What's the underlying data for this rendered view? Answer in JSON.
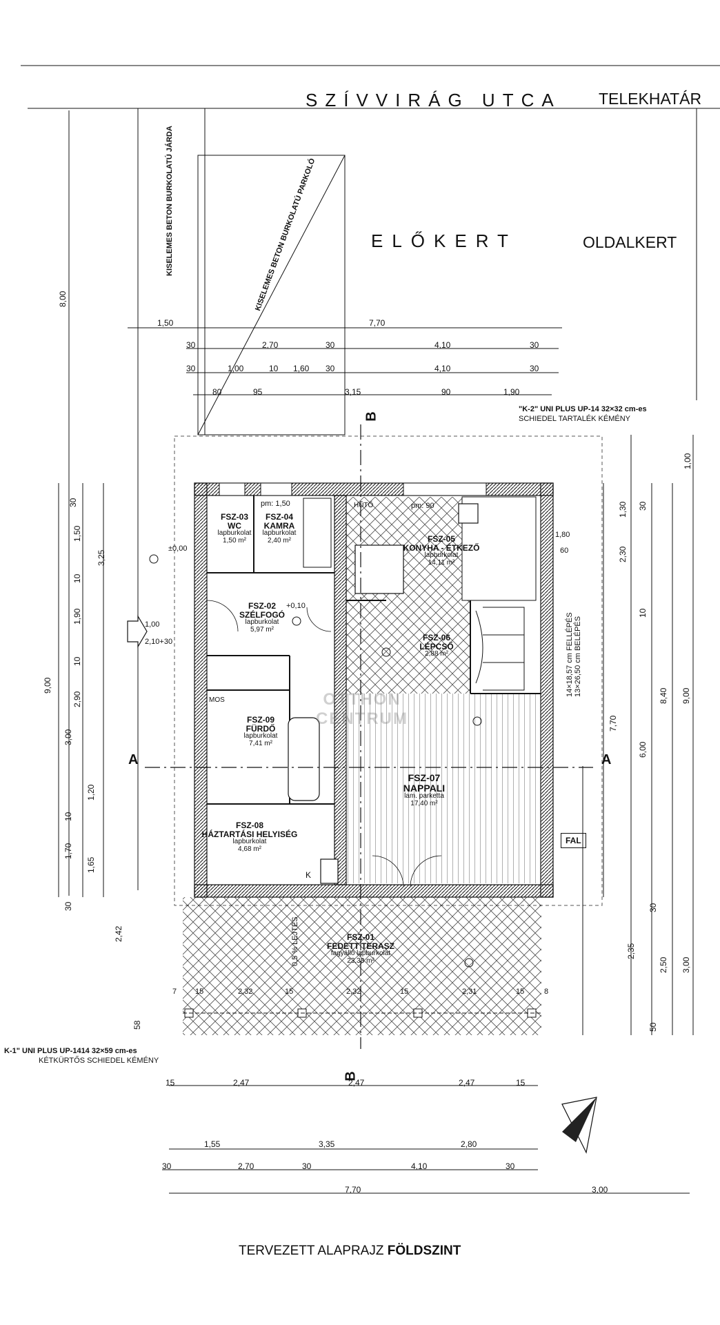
{
  "street": {
    "name": "SZÍVVIRÁG UTCA",
    "boundary": "TELEKHATÁR"
  },
  "gardens": {
    "front": "ELŐKERT",
    "side": "OLDALKERT"
  },
  "vertical_notes": {
    "sidewalk": "KISELEMES BETON BURKOLATÚ JÁRDA",
    "parking": "KISELEMES BETON BURKOLATÚ PARKOLÓ"
  },
  "chimneys": {
    "k2_title": "\"K-2\" UNI PLUS UP-14 32×32 cm-es",
    "k2_sub": "SCHIEDEL TARTALÉK KÉMÉNY",
    "k1_title": "K-1\" UNI PLUS UP-1414 32×59 cm-es",
    "k1_sub": "KÉTKÜRTŐS SCHIEDEL KÉMÉNY"
  },
  "rooms": [
    {
      "code": "FSZ-03",
      "name": "WC",
      "floor": "lapburkolat",
      "area": "1,50 m²"
    },
    {
      "code": "FSZ-04",
      "name": "KAMRA",
      "floor": "lapburkolat",
      "area": "2,40 m²"
    },
    {
      "code": "FSZ-05",
      "name": "KONYHA - ÉTKEZŐ",
      "floor": "lapburkolat",
      "area": "14,11 m²"
    },
    {
      "code": "FSZ-02",
      "name": "SZÉLFOGÓ",
      "floor": "lapburkolat",
      "area": "5,97 m²"
    },
    {
      "code": "FSZ-06",
      "name": "LÉPCSŐ",
      "floor": "",
      "area": "2,88 m²"
    },
    {
      "code": "FSZ-09",
      "name": "FÜRDŐ",
      "floor": "lapburkolat",
      "area": "7,41 m²"
    },
    {
      "code": "FSZ-07",
      "name": "NAPPALI",
      "floor": "lam. parketta",
      "area": "17,40 m²"
    },
    {
      "code": "FSZ-08",
      "name": "HÁZTARTÁSI HELYISÉG",
      "floor": "lapburkolat",
      "area": "4,68 m²"
    },
    {
      "code": "FSZ-01",
      "name": "FEDETT TERASZ",
      "floor": "fagyálló lapburkolat",
      "area": "23,38 m²"
    }
  ],
  "labels": {
    "hutto": "HŰTŐ",
    "mos": "MOS",
    "fal": "FAL",
    "stair": "14×18,57 cm FELLÉPÉS\n13×26,50 cm BELÉPÉS",
    "slope": "0,5 % LEJTÉS",
    "k": "K",
    "section_a": "A",
    "section_b": "B"
  },
  "dimensions": {
    "top_row1": [
      "1,50",
      "7,70"
    ],
    "top_row2": [
      "30",
      "2,70",
      "30",
      "4,10",
      "30"
    ],
    "top_row3": [
      "30",
      "1,00",
      "10",
      "1,60",
      "30",
      "4,10",
      "30"
    ],
    "top_row4": [
      "80",
      "95",
      "3,15",
      "90",
      "1,90"
    ],
    "bottom_row1": [
      "15",
      "2,47",
      "2,47",
      "2,47",
      "15"
    ],
    "bottom_row2": [
      "1,55",
      "3,35",
      "2,80"
    ],
    "bottom_row3": [
      "30",
      "2,70",
      "30",
      "4,10",
      "30"
    ],
    "bottom_row4": [
      "7,70",
      "3,00"
    ],
    "left_total": "9,00",
    "left_front": "8,00",
    "left_a": [
      "30",
      "1,50",
      "10",
      "1,90",
      "10",
      "2,90",
      "3,00",
      "10",
      "1,20",
      "1,70",
      "30"
    ],
    "left_b": [
      "3,25",
      "1,65"
    ],
    "right_a": [
      "1,00",
      "1,30",
      "30",
      "2,30",
      "10",
      "30",
      "2,35",
      "50"
    ],
    "right_b": [
      "9,00",
      "8,40",
      "6,00",
      "7,70",
      "3,00",
      "2,50"
    ],
    "terrace": [
      "7",
      "15",
      "2,32",
      "15",
      "2,32",
      "15",
      "2,31",
      "15",
      "8"
    ],
    "misc": [
      "±0,00",
      "+0,10",
      "pm: 1,50",
      "pm: 90",
      "1,80",
      "60",
      "1,00",
      "2,10+30",
      "2,42",
      "58"
    ]
  },
  "watermark": {
    "line1": "OTTHON",
    "line2": "CENTRUM"
  },
  "caption": {
    "prefix": "TERVEZETT ALAPRAJZ",
    "emph": "FÖLDSZINT"
  }
}
